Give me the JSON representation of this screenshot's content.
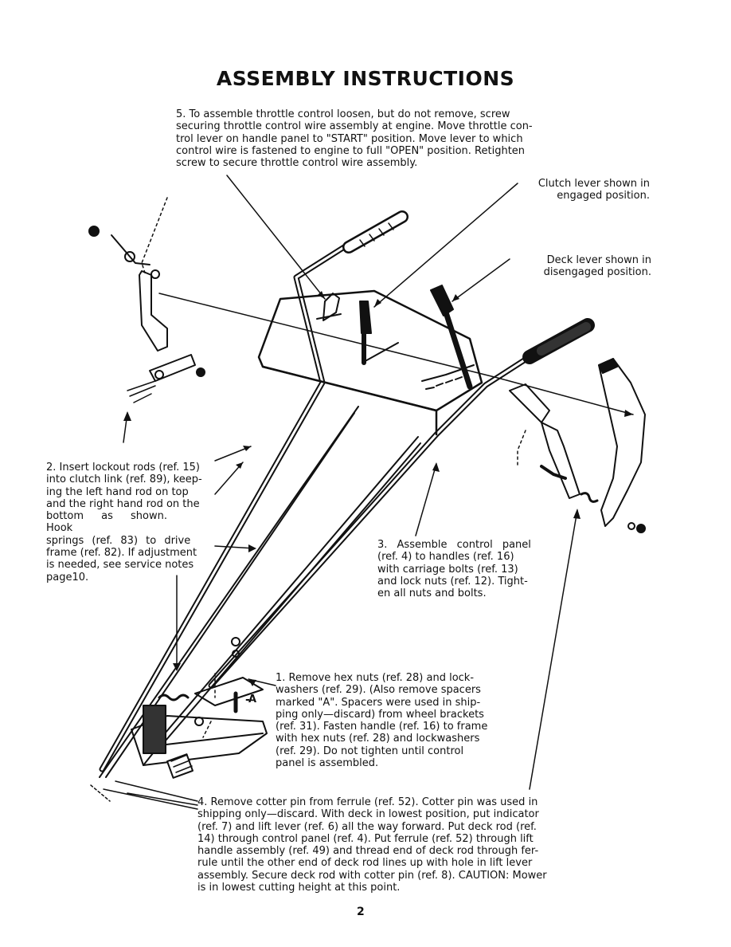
{
  "page": {
    "title": "ASSEMBLY INSTRUCTIONS",
    "page_number": "2"
  },
  "steps": {
    "step5": [
      "5. To assemble throttle control loosen, but do not remove, screw",
      "securing throttle control wire assembly at engine. Move throttle con-",
      "trol lever on handle panel to \"START\" position. Move lever to which",
      "control wire is fastened to engine to full \"OPEN\" position. Retighten",
      "screw to secure throttle control wire assembly."
    ],
    "step2": [
      "2. Insert lockout rods (ref. 15)",
      "into clutch link (ref. 89), keep-",
      "ing the left hand rod on top",
      "and the right hand rod on the",
      "bottom as shown. Hook",
      "springs (ref. 83) to drive",
      "frame (ref. 82). If adjustment",
      "is needed, see service notes",
      "page10."
    ],
    "step3": [
      "3. Assemble control panel",
      "(ref. 4) to handles (ref. 16)",
      "with carriage bolts (ref. 13)",
      "and lock nuts (ref. 12). Tight-",
      "en all nuts and bolts."
    ],
    "step1": [
      "1. Remove hex nuts (ref. 28) and lock-",
      "washers (ref. 29). (Also remove spacers",
      "marked \"A\". Spacers were used in ship-",
      "ping only—discard) from wheel brackets",
      "(ref. 31). Fasten handle (ref. 16) to frame",
      "with hex nuts (ref. 28) and lockwashers",
      "(ref. 29). Do not tighten until control",
      "panel is assembled."
    ],
    "step4": [
      "4. Remove cotter pin from ferrule (ref. 52). Cotter pin was used in",
      "shipping only—discard. With deck in lowest position, put indicator",
      "(ref. 7) and lift lever (ref. 6) all the way forward. Put deck rod (ref.",
      "14) through control panel (ref. 4). Put ferrule (ref. 52) through lift",
      "handle assembly (ref. 49) and thread end of deck rod through fer-",
      "rule until the other end of deck rod lines up with hole in lift lever",
      "assembly. Secure deck rod with cotter pin (ref. 8). CAUTION: Mower",
      "is in lowest cutting height at this point."
    ]
  },
  "callouts": {
    "clutch": [
      "Clutch lever shown in",
      "engaged position."
    ],
    "deck": [
      "Deck lever shown in",
      "disengaged position."
    ],
    "spacer_mark": "A"
  },
  "icons": [
    "lever-bracket-icon",
    "knob-grip-icon",
    "nut-icon",
    "spring-icon"
  ]
}
